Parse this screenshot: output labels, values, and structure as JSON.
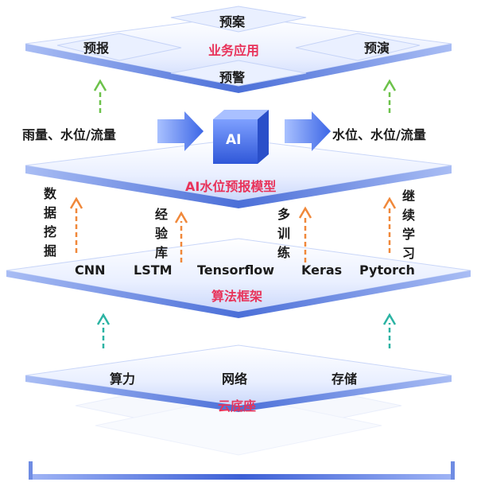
{
  "layers": {
    "app": {
      "title": "业务应用",
      "items": [
        "预案",
        "预报",
        "预演",
        "预警"
      ]
    },
    "model": {
      "title": "AI水位预报模型",
      "input": "雨量、水位/流量",
      "core": "AI",
      "output": "水位、水位/流量"
    },
    "framework": {
      "title": "算法框架",
      "items": [
        "CNN",
        "LSTM",
        "Tensorflow",
        "Keras",
        "Pytorch"
      ],
      "side_labels": [
        "数据挖掘",
        "经验库",
        "多训练",
        "继续学习"
      ]
    },
    "cloud": {
      "title": "云底座",
      "items": [
        "算力",
        "网络",
        "存储"
      ]
    }
  },
  "colors": {
    "title_red": "#e8335a",
    "arrow_green": "#6cc24a",
    "arrow_orange": "#f0883a",
    "arrow_teal": "#2bb3a3",
    "plate_blue": "#5b7fe0"
  }
}
